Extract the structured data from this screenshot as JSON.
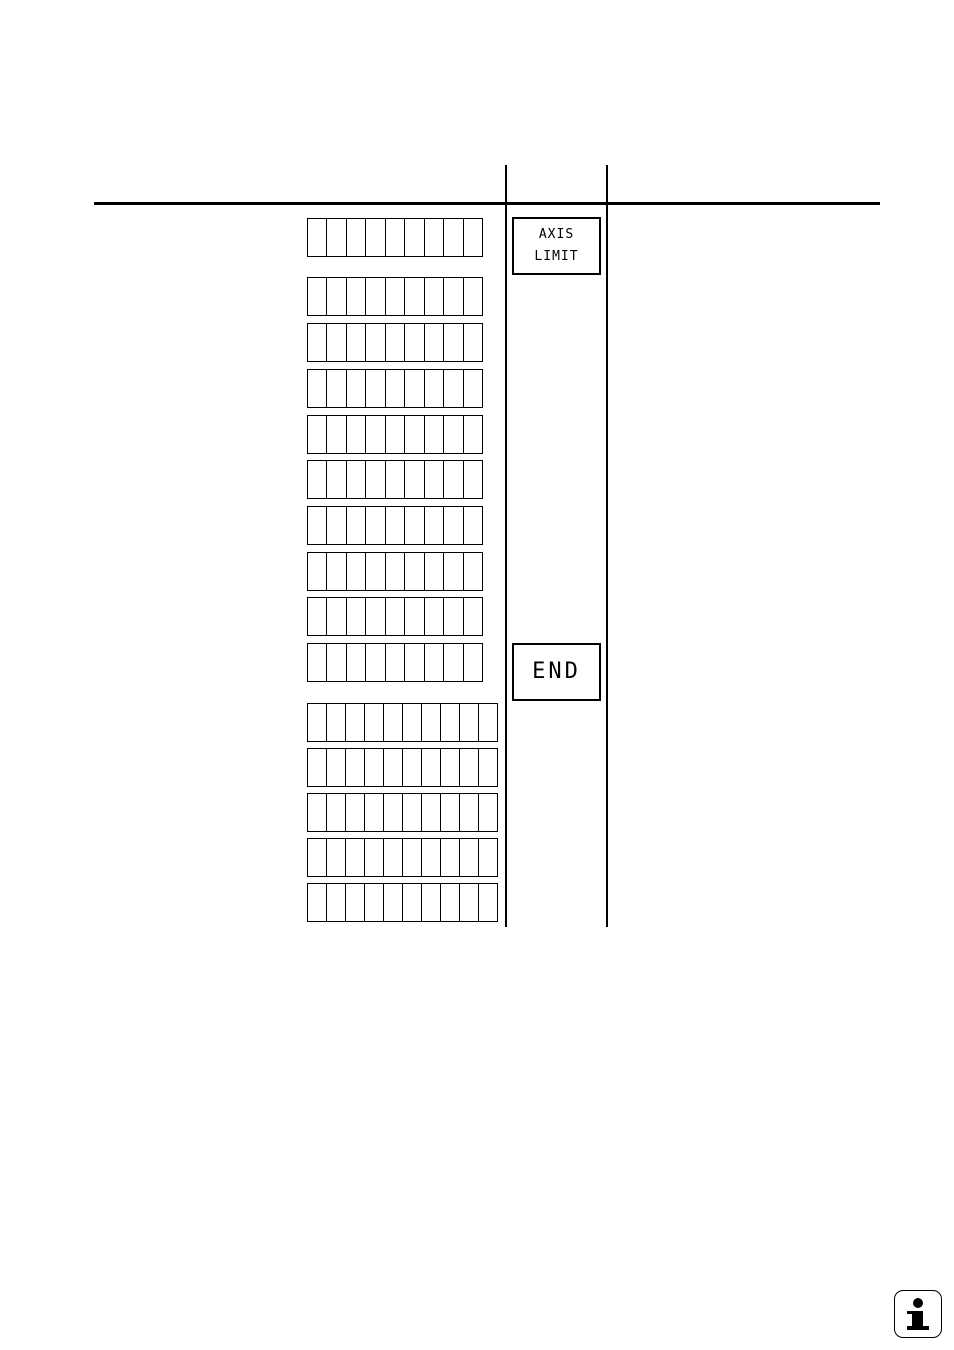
{
  "softkeys": {
    "axis_limit": {
      "line1": "AXIS",
      "line2": "LIMIT"
    },
    "end": {
      "label": "END"
    }
  },
  "digit_fields": {
    "short_rows": 10,
    "short_cells_per_row": 9,
    "long_rows": 5,
    "long_cells_per_row": 10
  },
  "icons": {
    "corner": "info-icon"
  }
}
